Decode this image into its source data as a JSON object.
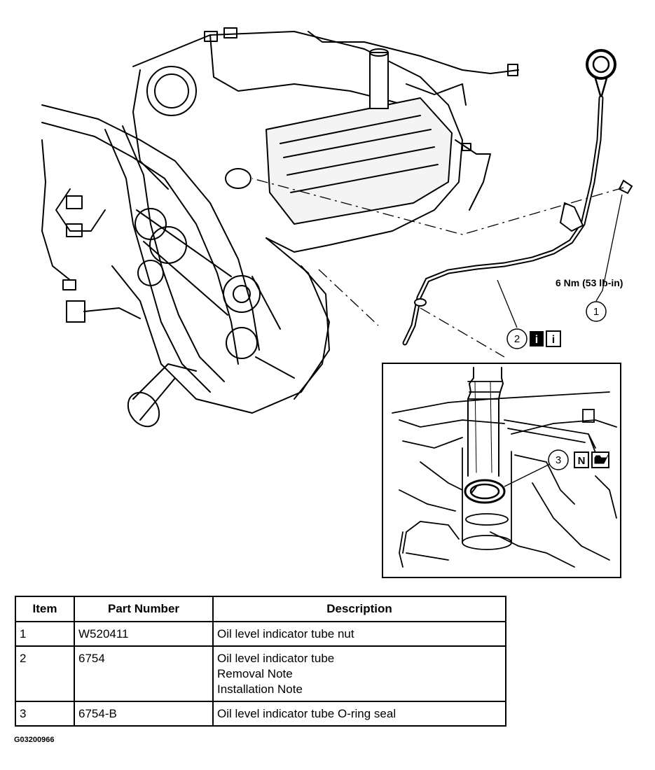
{
  "diagram": {
    "torque_spec": "6 Nm (53 lb-in)",
    "callouts": [
      {
        "number": "1",
        "badges": []
      },
      {
        "number": "2",
        "badges": [
          "i",
          "i"
        ]
      },
      {
        "number": "3",
        "badges": [
          "N",
          "oil-can-icon"
        ]
      }
    ]
  },
  "table": {
    "headers": [
      "Item",
      "Part Number",
      "Description"
    ],
    "rows": [
      {
        "item": "1",
        "part_number": "W520411",
        "description": [
          "Oil level indicator tube nut"
        ]
      },
      {
        "item": "2",
        "part_number": "6754",
        "description": [
          "Oil level indicator tube",
          "Removal Note",
          "Installation Note"
        ]
      },
      {
        "item": "3",
        "part_number": "6754-B",
        "description": [
          "Oil level indicator tube O-ring seal"
        ]
      }
    ]
  },
  "figure_id": "G03200966"
}
